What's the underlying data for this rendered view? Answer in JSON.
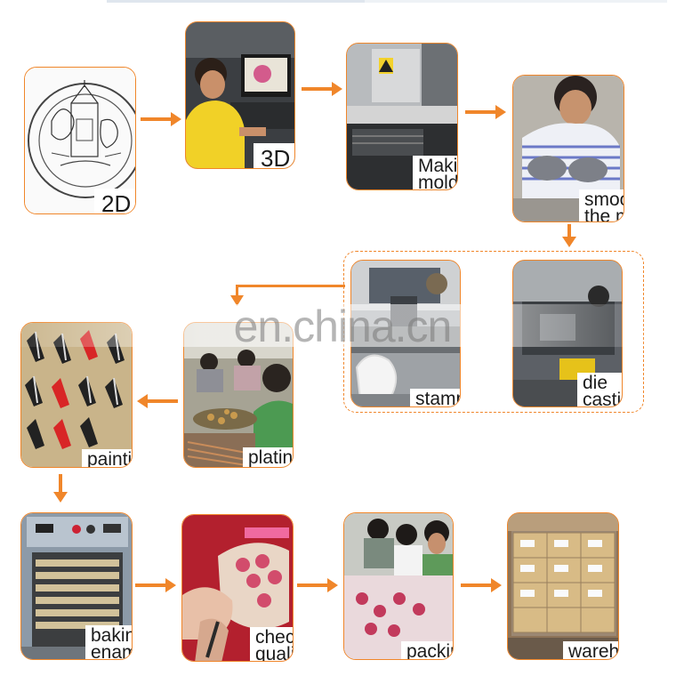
{
  "steps": {
    "s2d": {
      "label": "2D",
      "icon": "coin-drawing-icon"
    },
    "s3d": {
      "label": "3D",
      "icon": "designer-at-computer-photo"
    },
    "mold": {
      "label": "Making\nmold",
      "icon": "cnc-machine-photo"
    },
    "smooth": {
      "label": "smooth\nthe mold",
      "icon": "worker-polishing-photo"
    },
    "stamping": {
      "label": "stamping",
      "icon": "stamping-press-photo"
    },
    "diecasting": {
      "label": "die\ncasting",
      "icon": "die-casting-machine-photo"
    },
    "plating": {
      "label": "plating",
      "icon": "plating-workers-photo"
    },
    "painting": {
      "label": "painting",
      "icon": "painted-pins-photo"
    },
    "baking": {
      "label": "baking\nenamel",
      "icon": "oven-photo"
    },
    "checking": {
      "label": "checking\nquality",
      "icon": "quality-check-photo"
    },
    "packing": {
      "label": "packing",
      "icon": "packing-workers-photo"
    },
    "warehouse": {
      "label": "warehouse",
      "icon": "warehouse-boxes-photo"
    }
  },
  "watermark": "en.china.cn",
  "colors": {
    "accent": "#f0862a",
    "text": "#1a1a1a"
  }
}
